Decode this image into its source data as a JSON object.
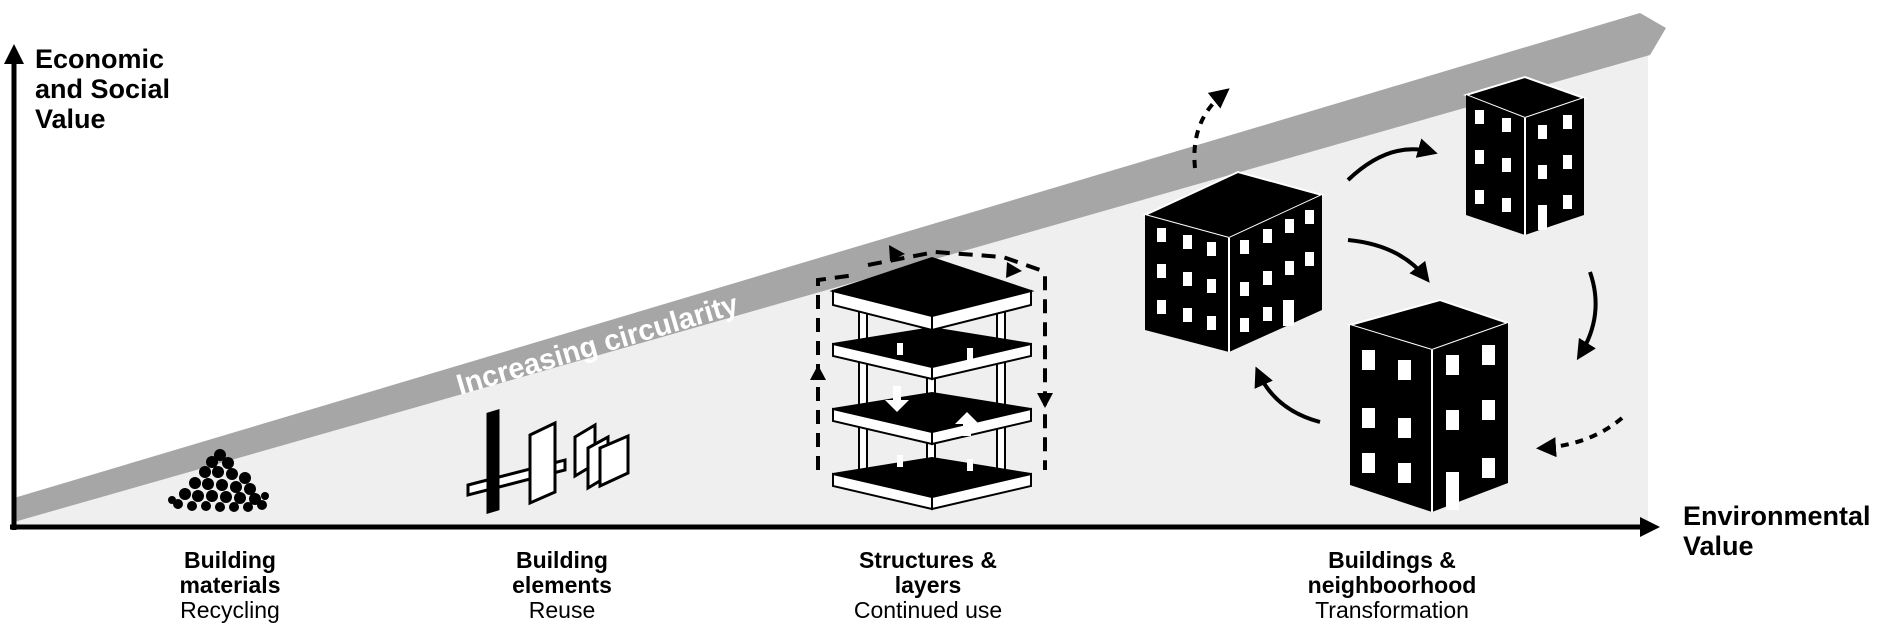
{
  "y_axis_label": [
    "Economic",
    "and Social",
    "Value"
  ],
  "x_axis_label": [
    "Environmental",
    "Value"
  ],
  "band_label": "Increasing circularity",
  "categories": [
    {
      "title": [
        "Building",
        "materials"
      ],
      "subtitle": "Recycling",
      "icon": "rubble-pile-icon"
    },
    {
      "title": [
        "Building",
        "elements"
      ],
      "subtitle": "Reuse",
      "icon": "building-elements-icon"
    },
    {
      "title": [
        "Structures &",
        "layers"
      ],
      "subtitle": "Continued use",
      "icon": "layered-structure-icon"
    },
    {
      "title": [
        "Buildings &",
        "neighboorhood"
      ],
      "subtitle": "Transformation",
      "icon": "buildings-cycle-icon"
    }
  ],
  "colors": {
    "axis": "#000000",
    "band": "#a6a6a6",
    "fill": "#efefef",
    "icon": "#000000"
  }
}
